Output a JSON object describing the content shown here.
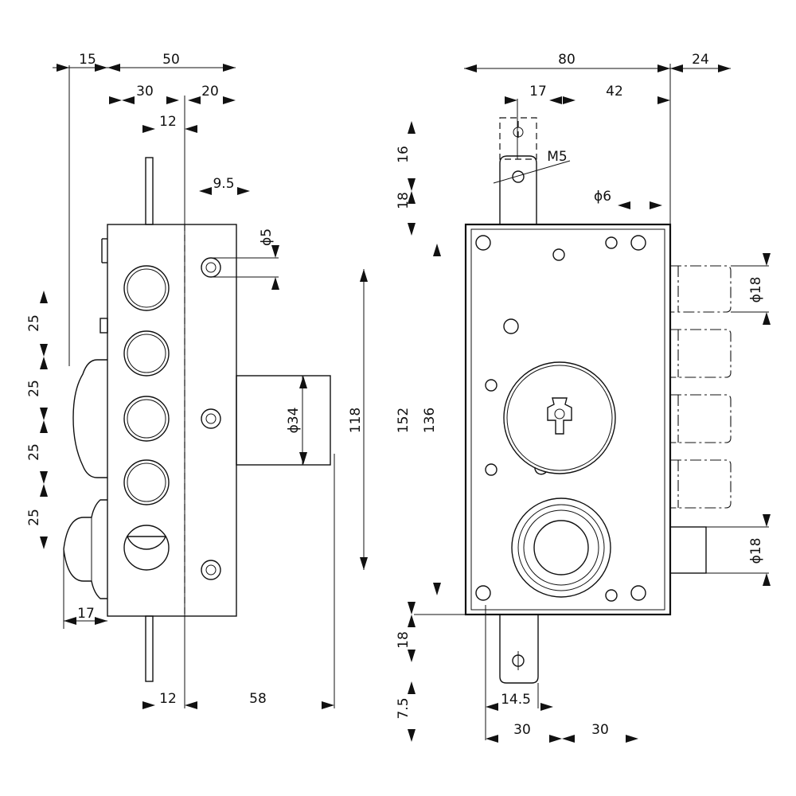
{
  "left_view": {
    "top": {
      "d15": "15",
      "d50": "50",
      "d30": "30",
      "d20": "20",
      "d12": "12",
      "d9_5": "9.5"
    },
    "holes": {
      "d5": "ϕ5"
    },
    "bolt": {
      "d34": "ϕ34"
    },
    "heights": {
      "d118": "118",
      "d152": "152",
      "d136": "136"
    },
    "left": {
      "p1": "25",
      "p2": "25",
      "p3": "25",
      "p4": "25"
    },
    "bottom": {
      "d17": "17",
      "d12": "12",
      "d58": "58"
    }
  },
  "right_view": {
    "top": {
      "d80": "80",
      "d24": "24",
      "d17": "17",
      "d42": "42",
      "m5": "M5",
      "d6": "ϕ6"
    },
    "left": {
      "d16": "16",
      "d18a": "18",
      "d18b": "18",
      "d7_5": "7.5"
    },
    "right": {
      "bolt1": "ϕ18",
      "bolt2": "ϕ18"
    },
    "bottom": {
      "d14_5": "14.5",
      "d30a": "30",
      "d30b": "30"
    }
  }
}
